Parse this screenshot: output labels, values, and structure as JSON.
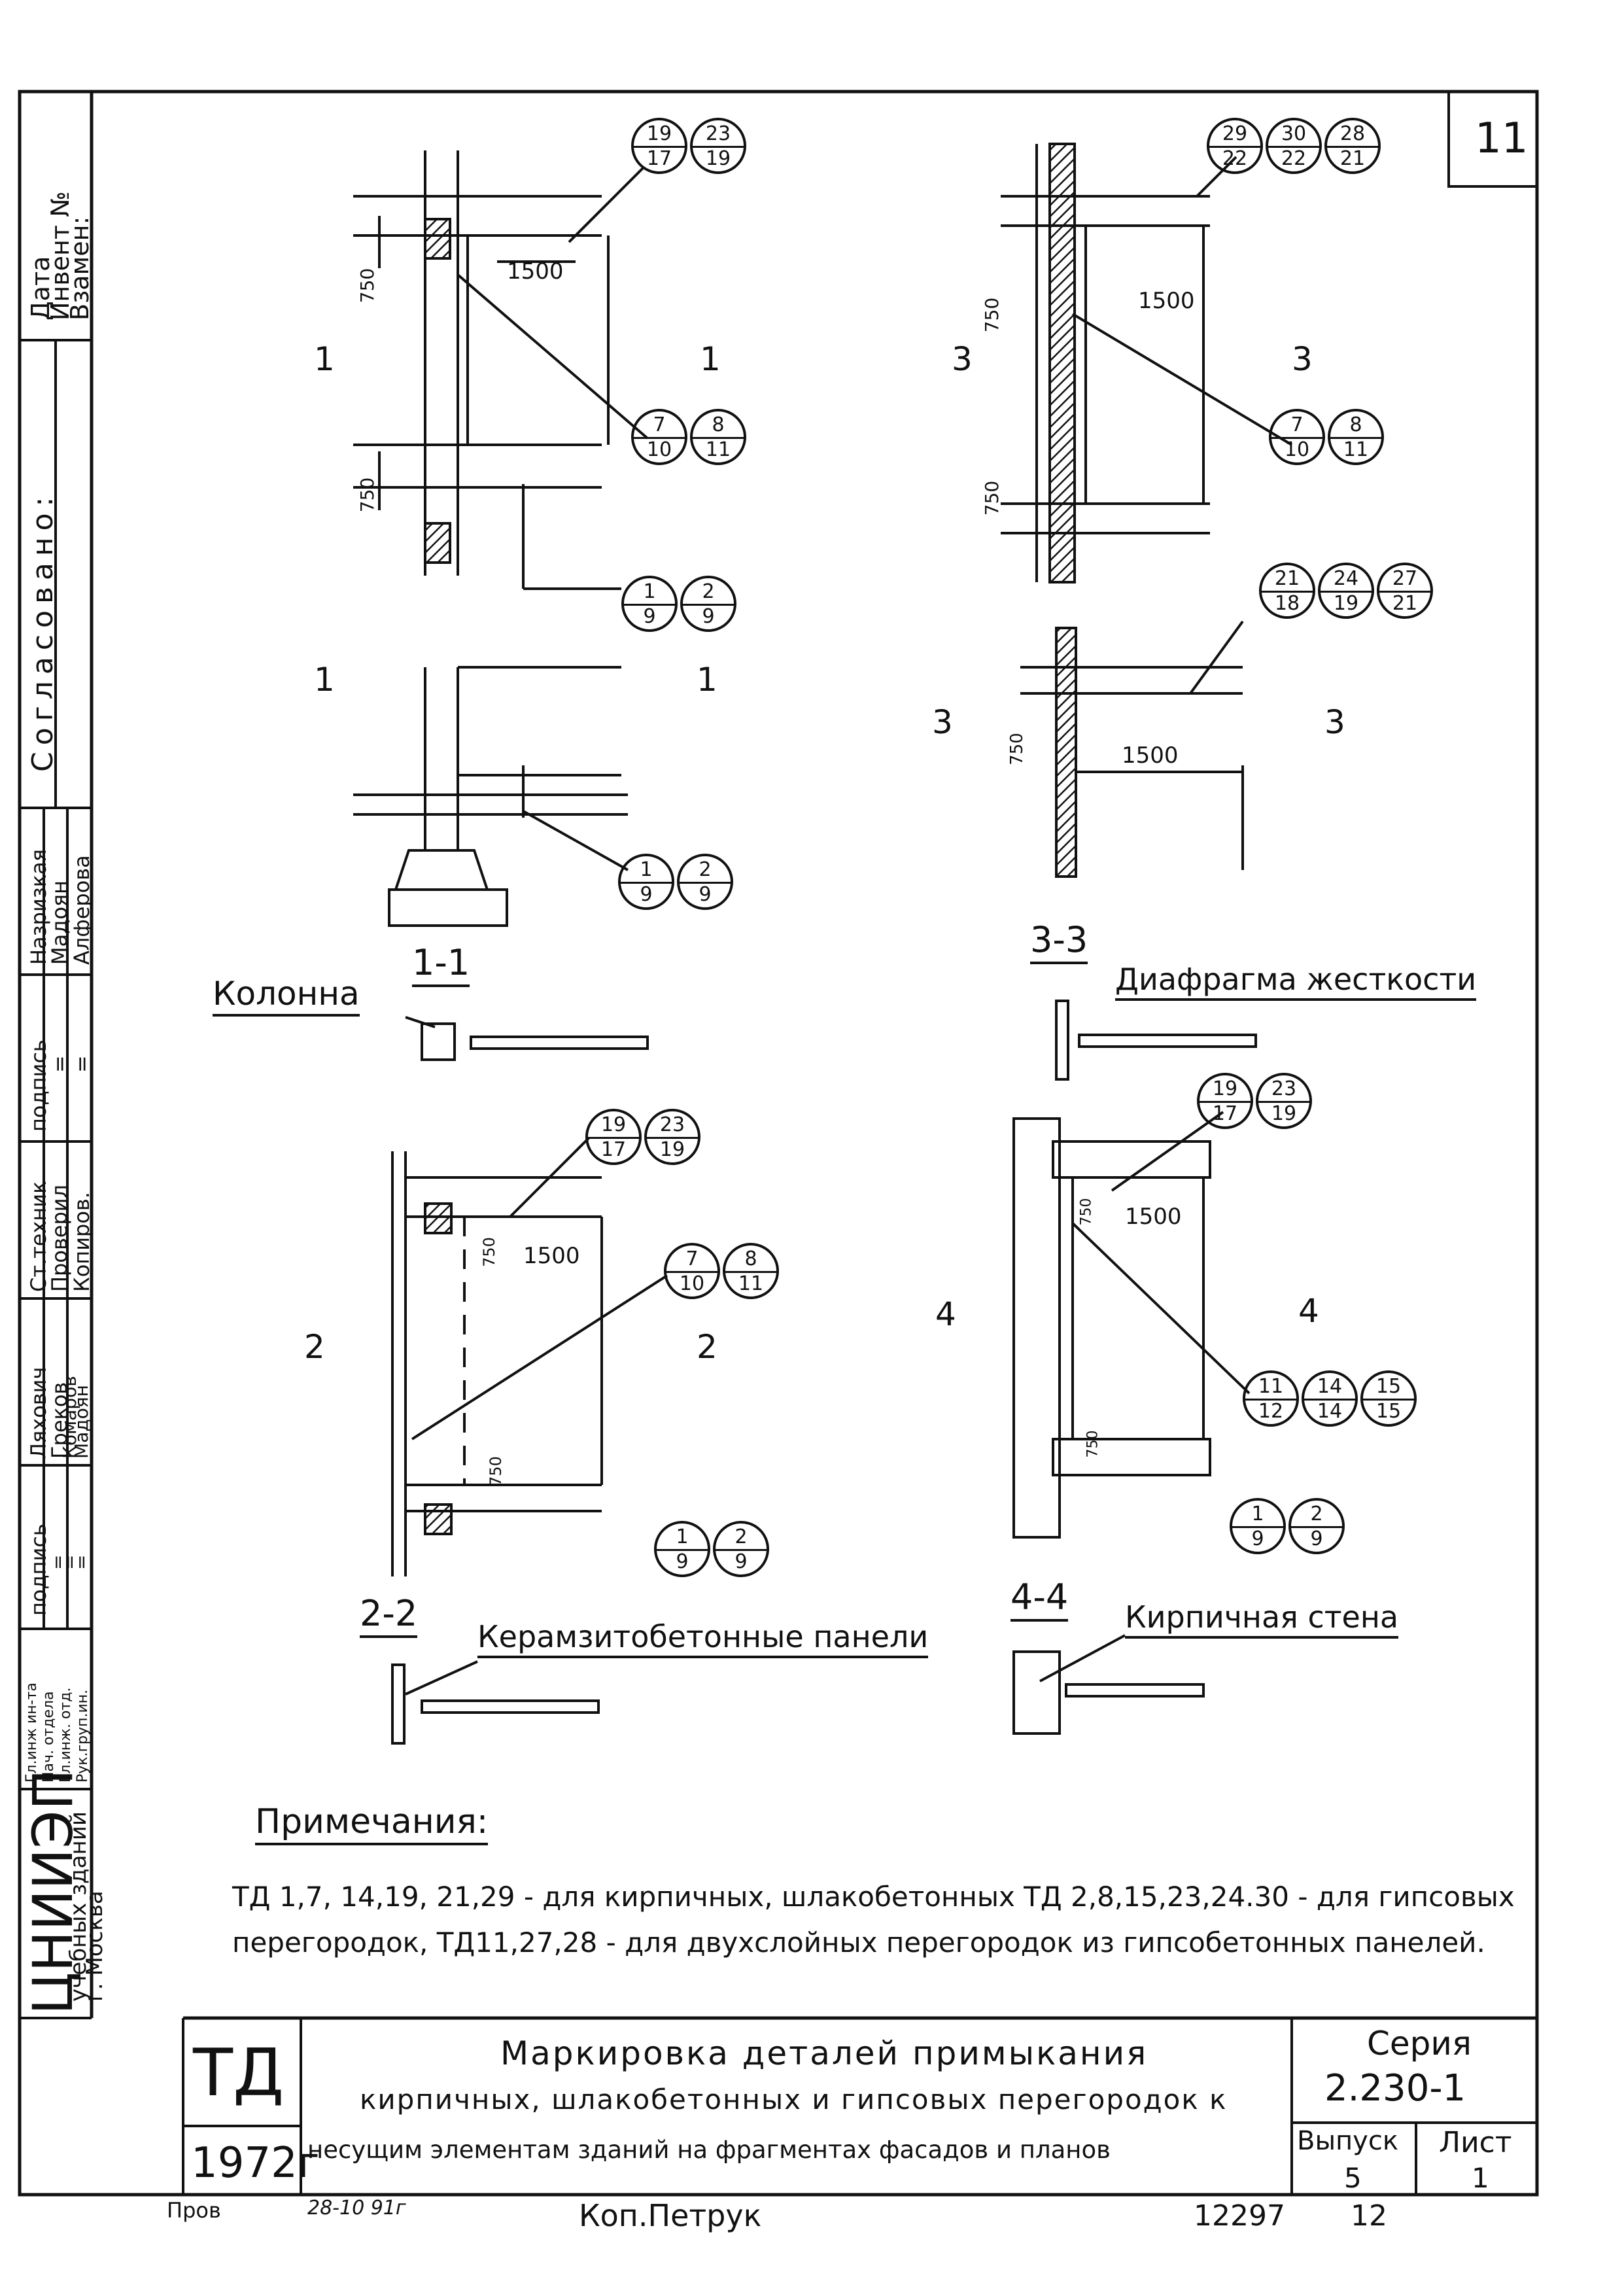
{
  "sheet_number": "11",
  "stamp_side": {
    "date": "Дата",
    "inventory": "Инвент №",
    "replaces": "Взамен:",
    "agreed": "Согласовано:"
  },
  "signatures": {
    "col_roles_top": [
      "Назризкая",
      "Мадоян",
      "Алферова"
    ],
    "col_sign_top": [
      "подпись",
      "=",
      "="
    ],
    "col_tech": [
      "Ст.техник",
      "Проверил",
      "Копиров."
    ],
    "col_names": [
      "Ляхович",
      "Греков",
      "Комаров",
      "Мадоян"
    ],
    "col_sign_bottom": [
      "подпись",
      "=",
      "=",
      "="
    ],
    "col_positions": [
      "Гл.инж ин-та",
      "Нач. отдела",
      "Гл.инж. отд.",
      "Рук.груп.ин."
    ]
  },
  "org": {
    "name": "ЦНИИЭП",
    "subtitle": "учебных зданий",
    "city": "г. Москва"
  },
  "marks": {
    "a": [
      "19",
      "17"
    ],
    "b": [
      "23",
      "19"
    ],
    "c": [
      "7",
      "10"
    ],
    "d": [
      "8",
      "11"
    ],
    "e": [
      "1",
      "9"
    ],
    "f": [
      "2",
      "9"
    ],
    "g": [
      "29",
      "22"
    ],
    "h": [
      "30",
      "22"
    ],
    "i": [
      "28",
      "21"
    ],
    "j": [
      "21",
      "18"
    ],
    "k": [
      "24",
      "19"
    ],
    "l": [
      "27",
      "21"
    ],
    "m": [
      "11",
      "12"
    ],
    "n": [
      "14",
      "14"
    ],
    "o": [
      "15",
      "15"
    ]
  },
  "dims": {
    "d750": "750",
    "d1500": "1500"
  },
  "sections": {
    "s1": "1",
    "s2": "2",
    "s3": "3",
    "s4": "4",
    "s11": "1-1",
    "s22": "2-2",
    "s33": "3-3",
    "s44": "4-4"
  },
  "legend": {
    "column": "Колонна",
    "diaphragm": "Диафрагма жесткости",
    "panels": "Керамзитобетонные панели",
    "brick_wall": "Кирпичная стена"
  },
  "notes": {
    "title": "Примечания:",
    "line1": "ТД 1,7, 14,19, 21,29 - для кирпичных, шлакобетонных ТД 2,8,15,23,24.30 - для гипсовых",
    "line2": "перегородок, ТД11,27,28 - для двухслойных перегородок из гипсобетонных панелей."
  },
  "title_block": {
    "code": "ТД",
    "year": "1972г",
    "title1": "Маркировка деталей примыкания",
    "title2": "кирпичных, шлакобетонных и гипсовых перегородок к",
    "title3": "несущим элементам зданий на фрагментах фасадов и планов",
    "series_label": "Серия",
    "series_value": "2.230-1",
    "issue_label": "Выпуск",
    "issue_value": "5",
    "sheet_label": "Лист",
    "sheet_value": "1"
  },
  "footer": {
    "checked": "Пров",
    "signature_date": "28-10 91г",
    "copier": "Коп.Петрук",
    "order": "12297",
    "page": "12"
  }
}
